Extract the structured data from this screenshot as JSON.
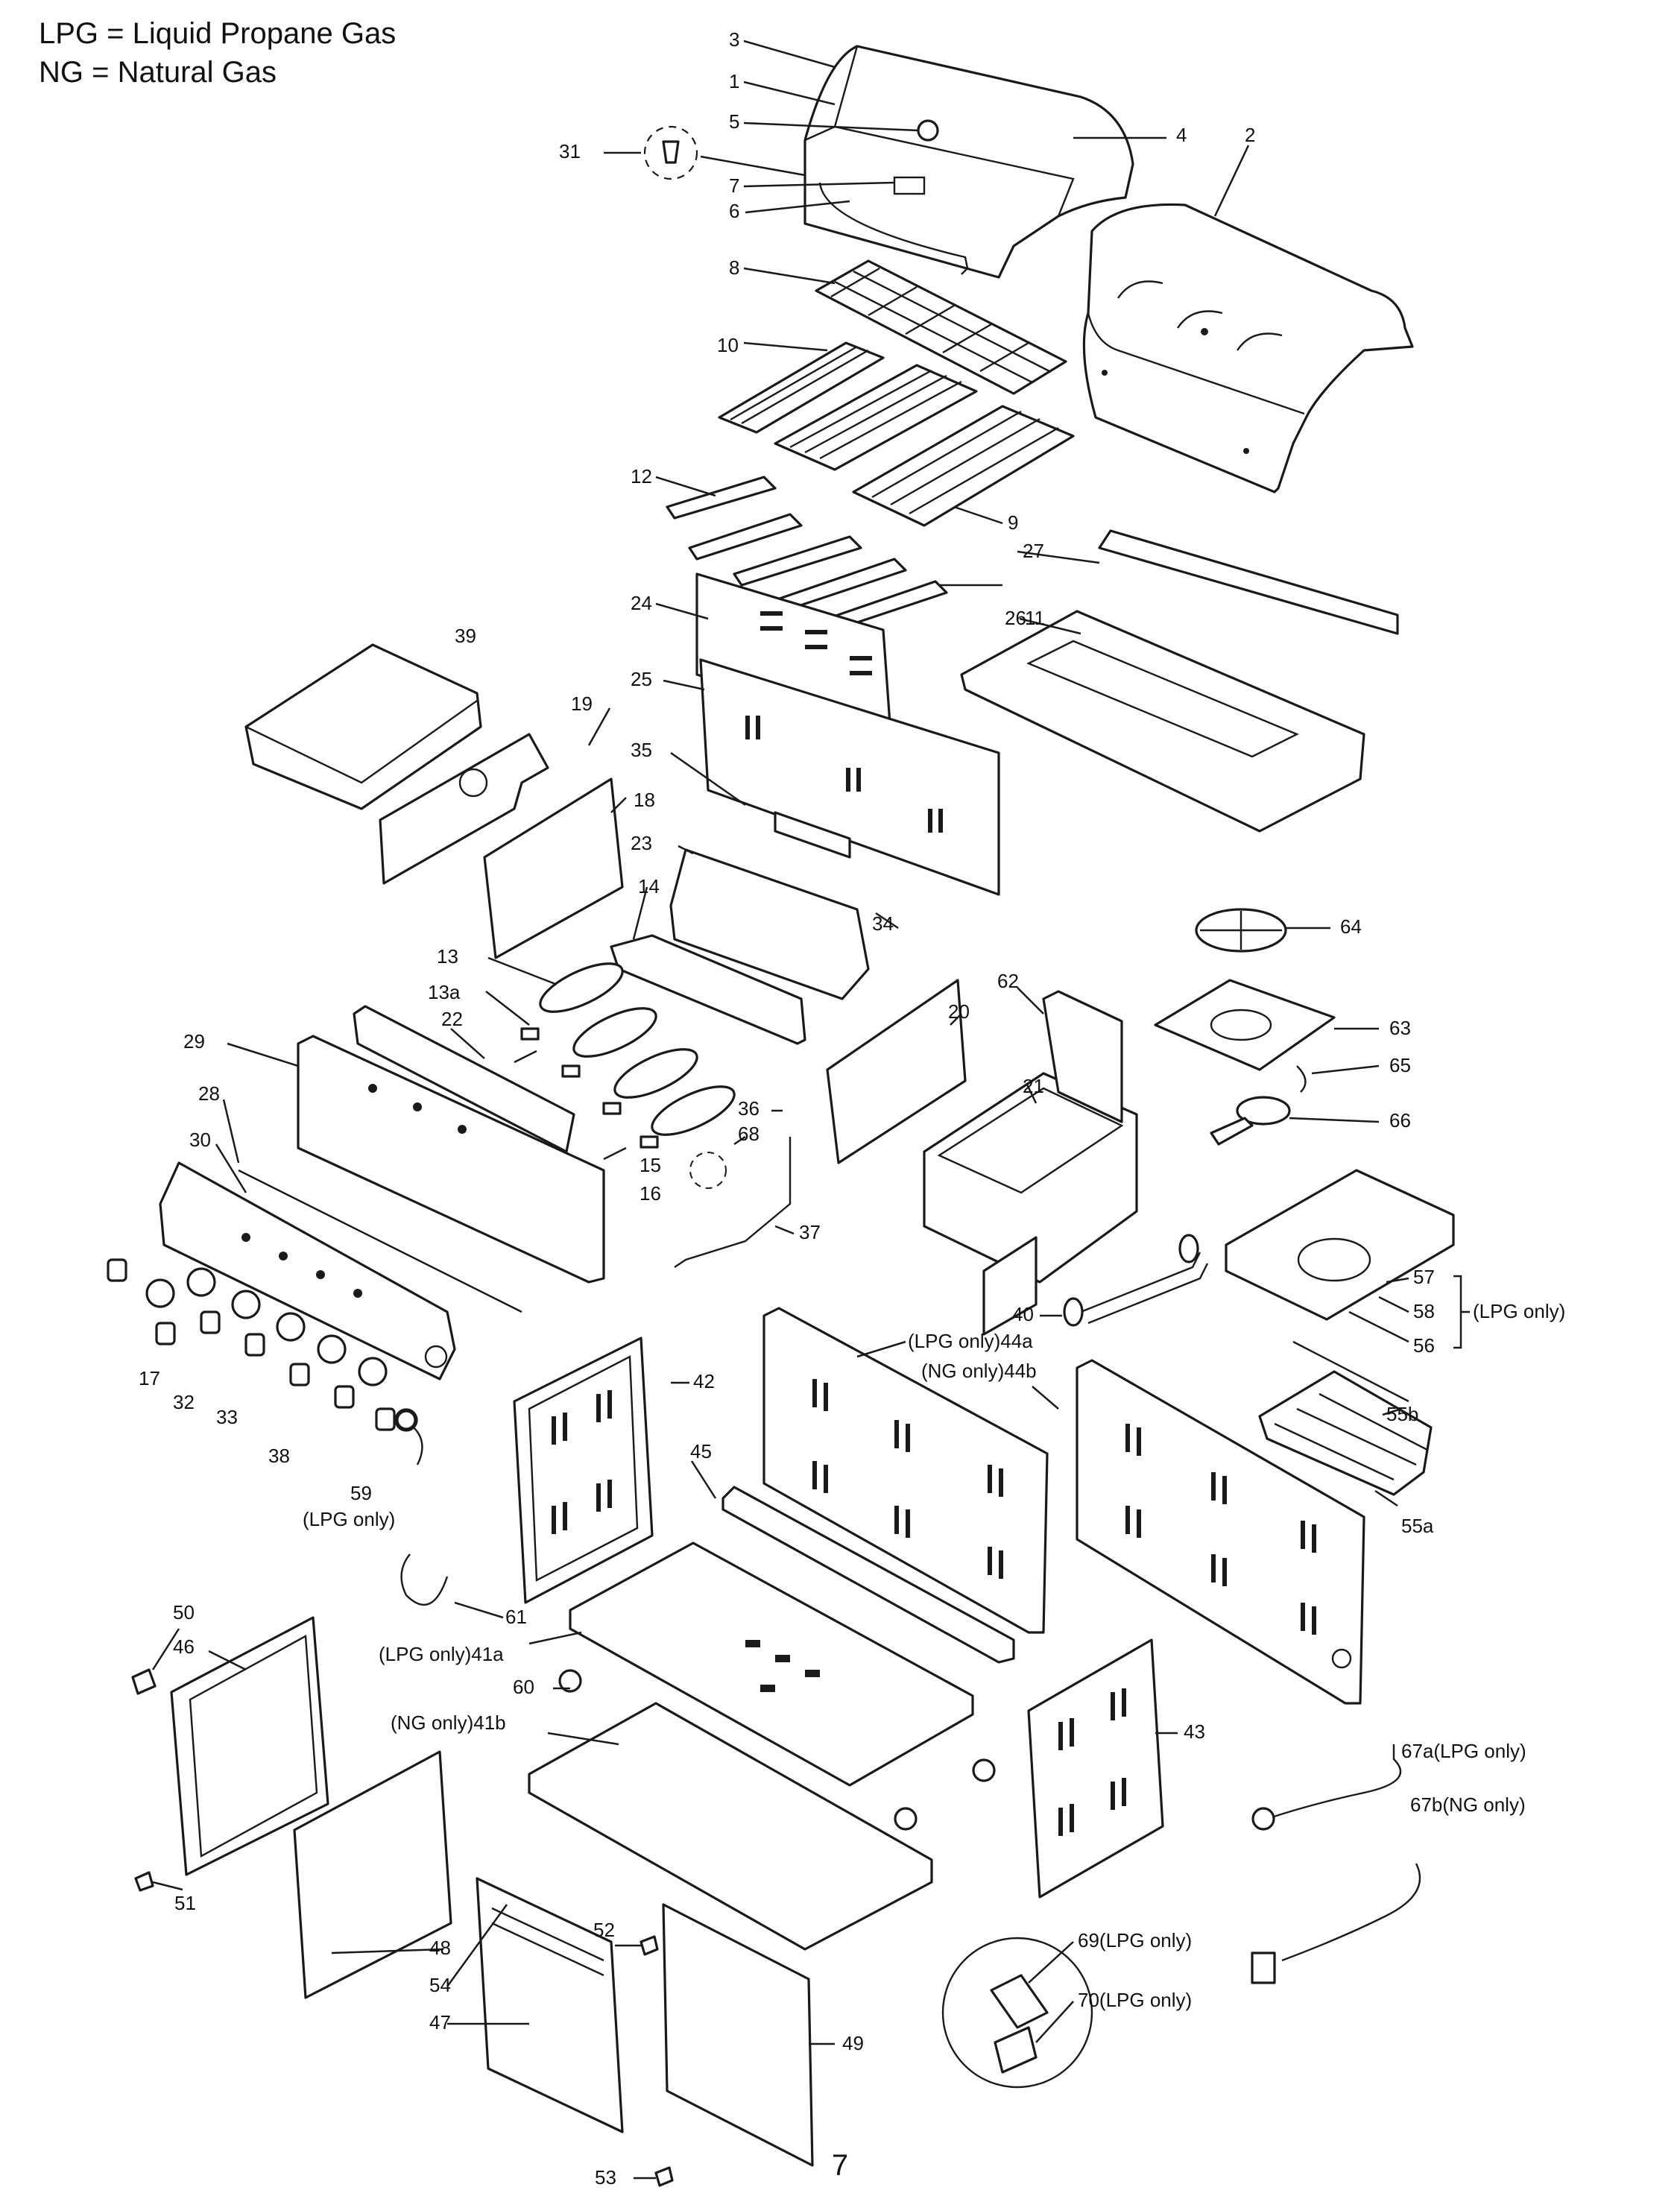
{
  "legend": {
    "lpg": "LPG = Liquid Propane Gas",
    "ng": "NG   = Natural Gas"
  },
  "page_number": "7",
  "callouts": [
    {
      "text": "3"
    },
    {
      "text": "1"
    },
    {
      "text": "5"
    },
    {
      "text": "4"
    },
    {
      "text": "2"
    },
    {
      "text": "31"
    },
    {
      "text": "7"
    },
    {
      "text": "6"
    },
    {
      "text": "8"
    },
    {
      "text": "10"
    },
    {
      "text": "12"
    },
    {
      "text": "9"
    },
    {
      "text": "27"
    },
    {
      "text": "11"
    },
    {
      "text": "24"
    },
    {
      "text": "26"
    },
    {
      "text": "39"
    },
    {
      "text": "25"
    },
    {
      "text": "19"
    },
    {
      "text": "35"
    },
    {
      "text": "18"
    },
    {
      "text": "23"
    },
    {
      "text": "34"
    },
    {
      "text": "14"
    },
    {
      "text": "64"
    },
    {
      "text": "13"
    },
    {
      "text": "62"
    },
    {
      "text": "13a"
    },
    {
      "text": "22"
    },
    {
      "text": "20"
    },
    {
      "text": "63"
    },
    {
      "text": "29"
    },
    {
      "text": "21"
    },
    {
      "text": "65"
    },
    {
      "text": "28"
    },
    {
      "text": "36"
    },
    {
      "text": "66"
    },
    {
      "text": "30"
    },
    {
      "text": "68"
    },
    {
      "text": "15"
    },
    {
      "text": "16"
    },
    {
      "text": "37"
    },
    {
      "text": "57"
    },
    {
      "text": "40"
    },
    {
      "text": "58"
    },
    {
      "text": "(LPG only)"
    },
    {
      "text": "56"
    },
    {
      "text": "(LPG only)44a"
    },
    {
      "text": "17"
    },
    {
      "text": "32"
    },
    {
      "text": "33"
    },
    {
      "text": "(NG only)44b"
    },
    {
      "text": "42"
    },
    {
      "text": "55b"
    },
    {
      "text": "45"
    },
    {
      "text": "38"
    },
    {
      "text": "59"
    },
    {
      "text": "(LPG only)"
    },
    {
      "text": "55a"
    },
    {
      "text": "61"
    },
    {
      "text": "50"
    },
    {
      "text": "46"
    },
    {
      "text": "(LPG only)41a"
    },
    {
      "text": "60"
    },
    {
      "text": "(NG only)41b"
    },
    {
      "text": "43"
    },
    {
      "text": "67a(LPG only)"
    },
    {
      "text": "67b(NG only)"
    },
    {
      "text": "51"
    },
    {
      "text": "52"
    },
    {
      "text": "69(LPG only)"
    },
    {
      "text": "48"
    },
    {
      "text": "54"
    },
    {
      "text": "70(LPG only)"
    },
    {
      "text": "47"
    },
    {
      "text": "49"
    },
    {
      "text": "53"
    }
  ]
}
